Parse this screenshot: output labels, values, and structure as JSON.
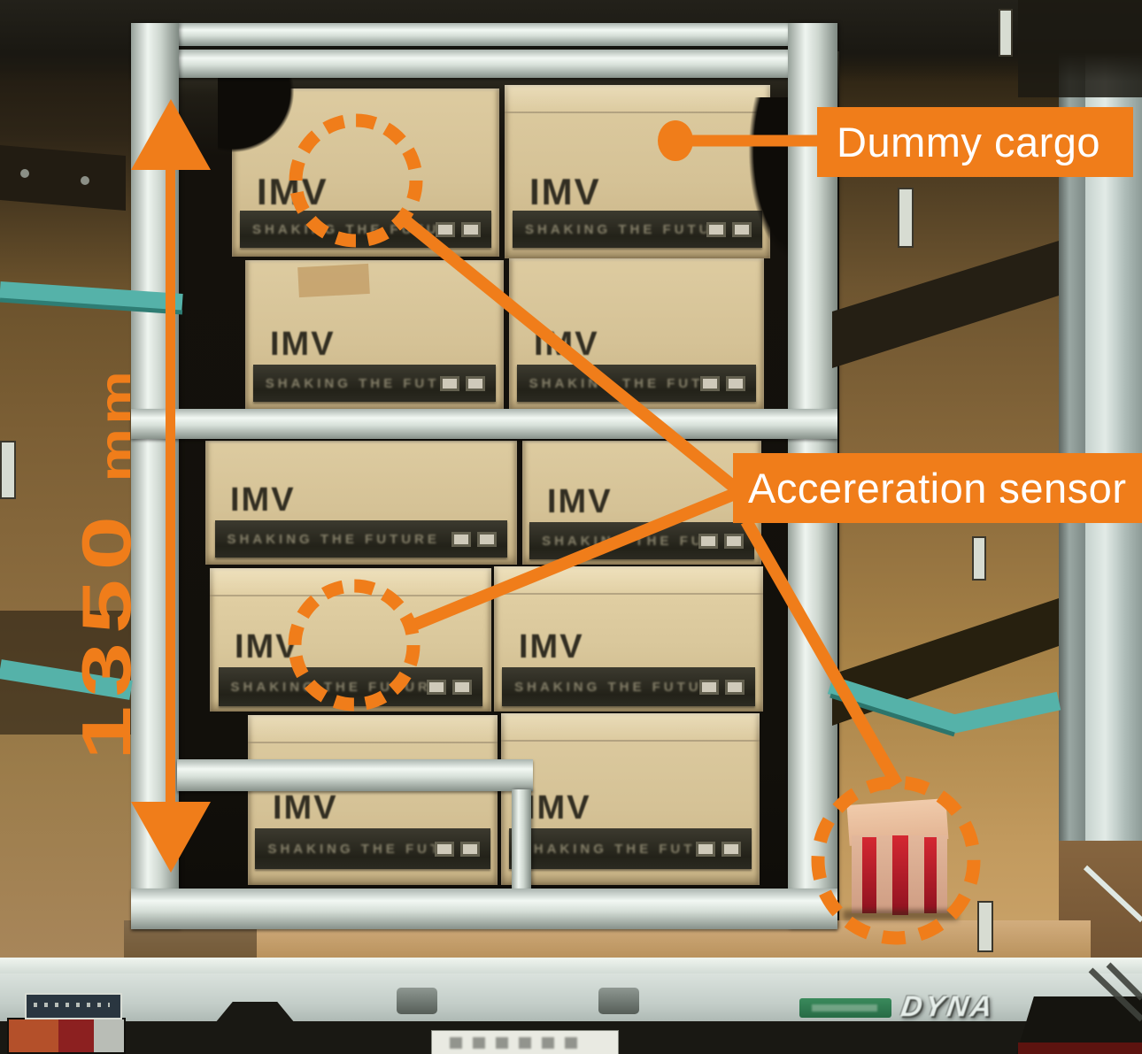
{
  "annotations": {
    "dummy_cargo": {
      "label": "Dummy cargo"
    },
    "acceleration_sensor": {
      "label": "Accereration sensor"
    },
    "dimension": {
      "value": "1350",
      "unit": "mm"
    },
    "accent_color": "#F07D1A"
  },
  "photo": {
    "box_brand": "IMV",
    "box_slogan": "SHAKING THE FUTURE",
    "truck_model_badge": "DYNA"
  }
}
